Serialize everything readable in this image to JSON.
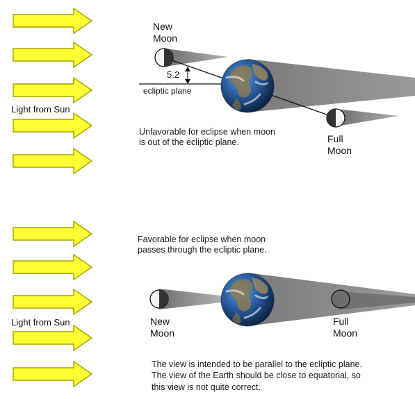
{
  "colors": {
    "arrow_fill": "#ffff33",
    "arrow_stroke": "#9a9a00",
    "shadow": "#888888",
    "shadow_dark": "#555555",
    "ocean": "#1d4f8f",
    "land": "#8a7a55",
    "moon_dark": "#333333",
    "moon_light": "#f2f2f2"
  },
  "icons": {
    "sun_arrow": "right-arrow-icon",
    "earth": "earth-globe-icon",
    "moon": "moon-phase-icon",
    "angle": "double-arrow-icon"
  },
  "top_panel": {
    "new_moon_line1": "New",
    "new_moon_line2": "Moon",
    "angle_value": "5.2",
    "ecliptic_label": "ecliptic plane",
    "sun_label": "Light from Sun",
    "note_line1": "Unfavorable for eclipse when moon",
    "note_line2": "is out of the ecliptic plane.",
    "full_moon_line1": "Full",
    "full_moon_line2": "Moon"
  },
  "bottom_panel": {
    "note_line1": "Favorable for eclipse when moon",
    "note_line2": "passes through the ecliptic plane.",
    "sun_label": "Light from Sun",
    "new_moon_line1": "New",
    "new_moon_line2": "Moon",
    "full_moon_line1": "Full",
    "full_moon_line2": "Moon",
    "caption_line1": "The view is intended to be parallel to the ecliptic plane.",
    "caption_line2": "The view of the Earth should be close to equatorial, so",
    "caption_line3": "this view is not quite correct."
  }
}
